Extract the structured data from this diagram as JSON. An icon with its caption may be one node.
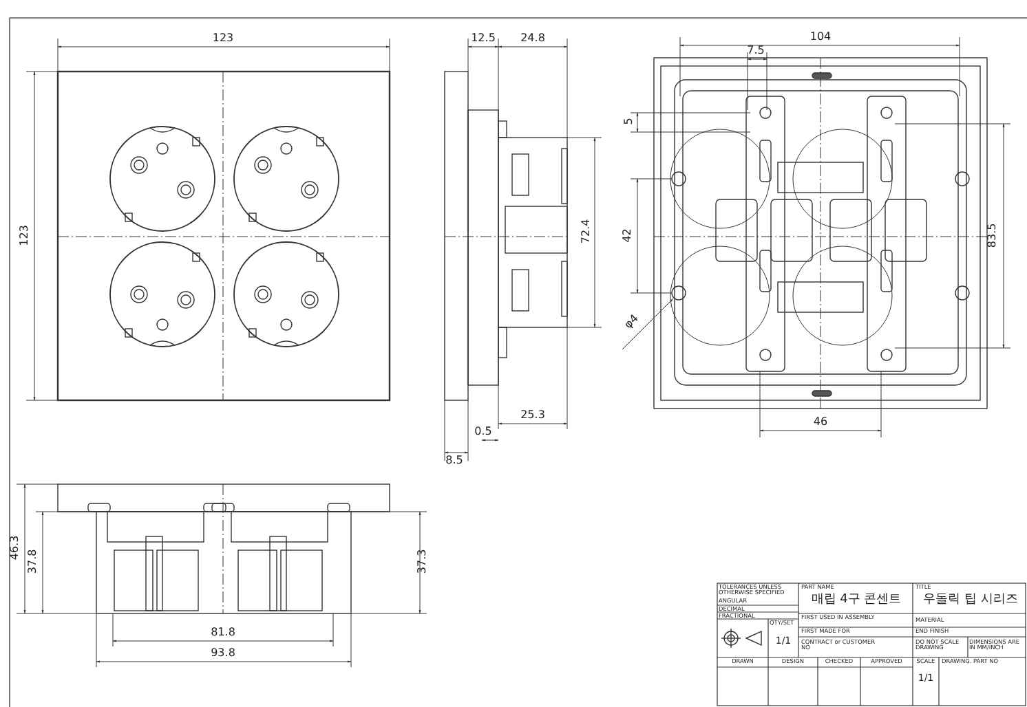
{
  "diagram": {
    "labels": [
      "123",
      "123",
      "12.5",
      "24.8",
      "72.4",
      "25.3",
      "0.5",
      "8.5",
      "104",
      "7.5",
      "5",
      "42",
      "83.5",
      "φ4",
      "46",
      "46.3",
      "37.8",
      "37.3",
      "81.8",
      "93.8",
      "TOLERANCES UNLESS OTHERWISE SPECIFIED",
      "PART NAME",
      "매립 4구 콘센트",
      "TITLE",
      "우돌릭 팁 시리즈",
      "ANGULAR",
      "DECIMAL",
      "FIRST USED IN ASSEMBLY",
      "MATERIAL",
      "FRACTIONAL",
      "QTY/SET",
      "FIRST MADE FOR",
      "END FINISH",
      "1/1",
      "CONTRACT or CUSTOMER NO",
      "DO NOT SCALE DRAWING",
      "DIMENSIONS ARE IN MM/INCH",
      "DRAWN",
      "DESIGN",
      "CHECKED",
      "APPROVED",
      "SCALE",
      "DRAWING. PART NO",
      "1/1"
    ]
  }
}
